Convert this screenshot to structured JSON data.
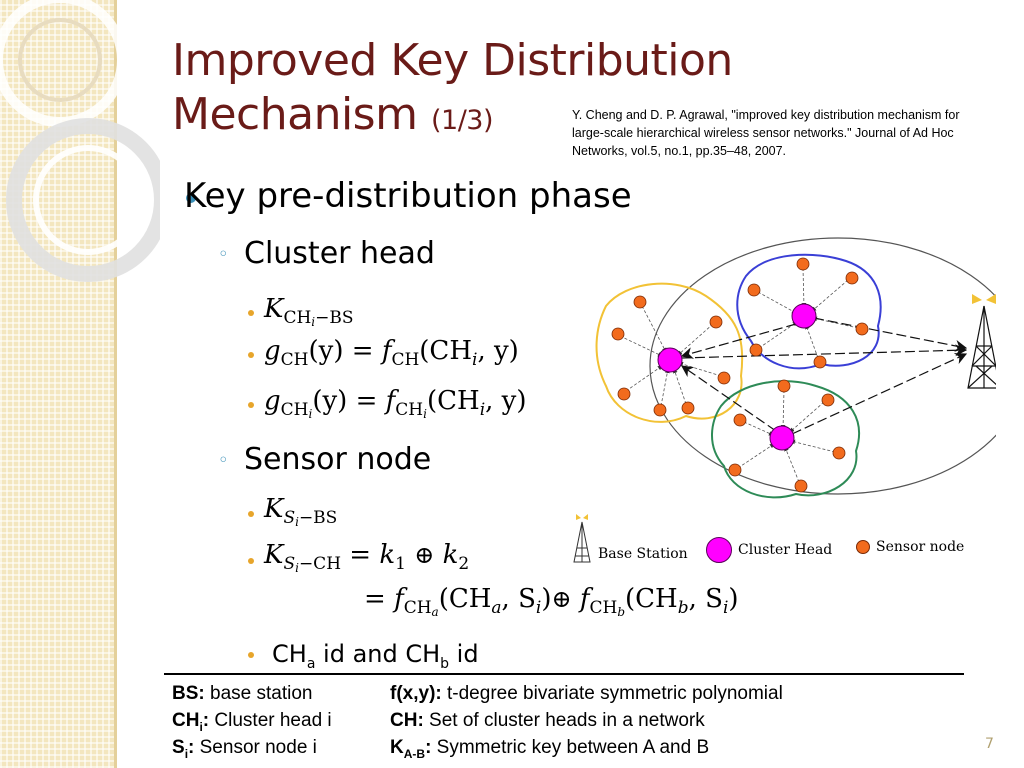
{
  "title": {
    "line1": "Improved Key Distribution",
    "line2": "Mechanism",
    "part": "(1/3)"
  },
  "citation": "Y. Cheng and D. P. Agrawal, \"improved key distribution mechanism for\n large-scale hierarchical wireless sensor networks.\" Journal of Ad Hoc\nNetworks, vol.5, no.1, pp.35–48, 2007.",
  "bullets": {
    "phase": "Key pre-distribution phase",
    "cluster_head": "Cluster head",
    "sensor_node": "Sensor node"
  },
  "formulas": {
    "k_ch_bs": {
      "K": "K",
      "sub_main": "CH",
      "sub_i": "i",
      "sub_rest": "−BS"
    },
    "g_ch": {
      "g": "g",
      "sub": "CH",
      "args": "(y)",
      "eq": " = ",
      "f": "f",
      "fsub": "CH",
      "rest": "(CH",
      "i": "i",
      "end": ", y)"
    },
    "g_chi": {
      "g": "g",
      "sub": "CH",
      "subi": "i",
      "args": "(y)",
      "eq": " = ",
      "f": "f",
      "fsub": "CH",
      "fsubi": "i",
      "rest": "(CH",
      "i": "i",
      "end": ", y)"
    },
    "k_si_bs": {
      "K": "K",
      "sub_s": "S",
      "sub_i": "i",
      "sub_rest": "−BS"
    },
    "k_si_ch": {
      "K": "K",
      "sub_s": "S",
      "sub_i": "i",
      "sub_rest": "−CH",
      "eq": " = ",
      "k1": "k",
      "one": "1",
      "oplus": "⊕",
      "k2": "k",
      "two": "2"
    },
    "expansion": {
      "eq": "= ",
      "f": "f",
      "sub_a": "CH",
      "a": "a",
      "p1": "(CH",
      "pa": "a",
      "p1b": ", S",
      "si": "i",
      "p1c": ")",
      "oplus": "⊕",
      "f2": "f",
      "sub_b": "CH",
      "b": "b",
      "p2": "(CH",
      "pb": "b",
      "p2b": ", S",
      "si2": "i",
      "p2c": ")"
    }
  },
  "ch_ids": {
    "ch1": "CH",
    "a": "a",
    "mid": " id and CH",
    "b": "b",
    "end": " id"
  },
  "diagram_legend": {
    "base_station": "Base Station",
    "cluster_head": "Cluster Head",
    "sensor_node": "Sensor node"
  },
  "colors": {
    "title": "#6a1b18",
    "cluster_head": "#ff00ff",
    "sensor_node": "#f26b1d",
    "cluster_yellow": "#f2c236",
    "cluster_blue": "#3a3fd6",
    "cluster_green": "#2e8b57"
  },
  "legend": {
    "bs_key": "BS:",
    "bs_val": " base station",
    "f_key": "f(x,y):",
    "f_val": " t-degree bivariate symmetric polynomial",
    "chi_key": "CH",
    "chi_sub": "i",
    "chi_colon": ":",
    "chi_val": " Cluster head i",
    "ch_key": "CH:",
    "ch_val": " Set of cluster heads in a network",
    "si_key": "S",
    "si_sub": "i",
    "si_colon": ":",
    "si_val": " Sensor node i",
    "kab_key": "K",
    "kab_sub": "A-B",
    "kab_colon": ":",
    "kab_val": " Symmetric key between A and B"
  },
  "page_number": "7"
}
